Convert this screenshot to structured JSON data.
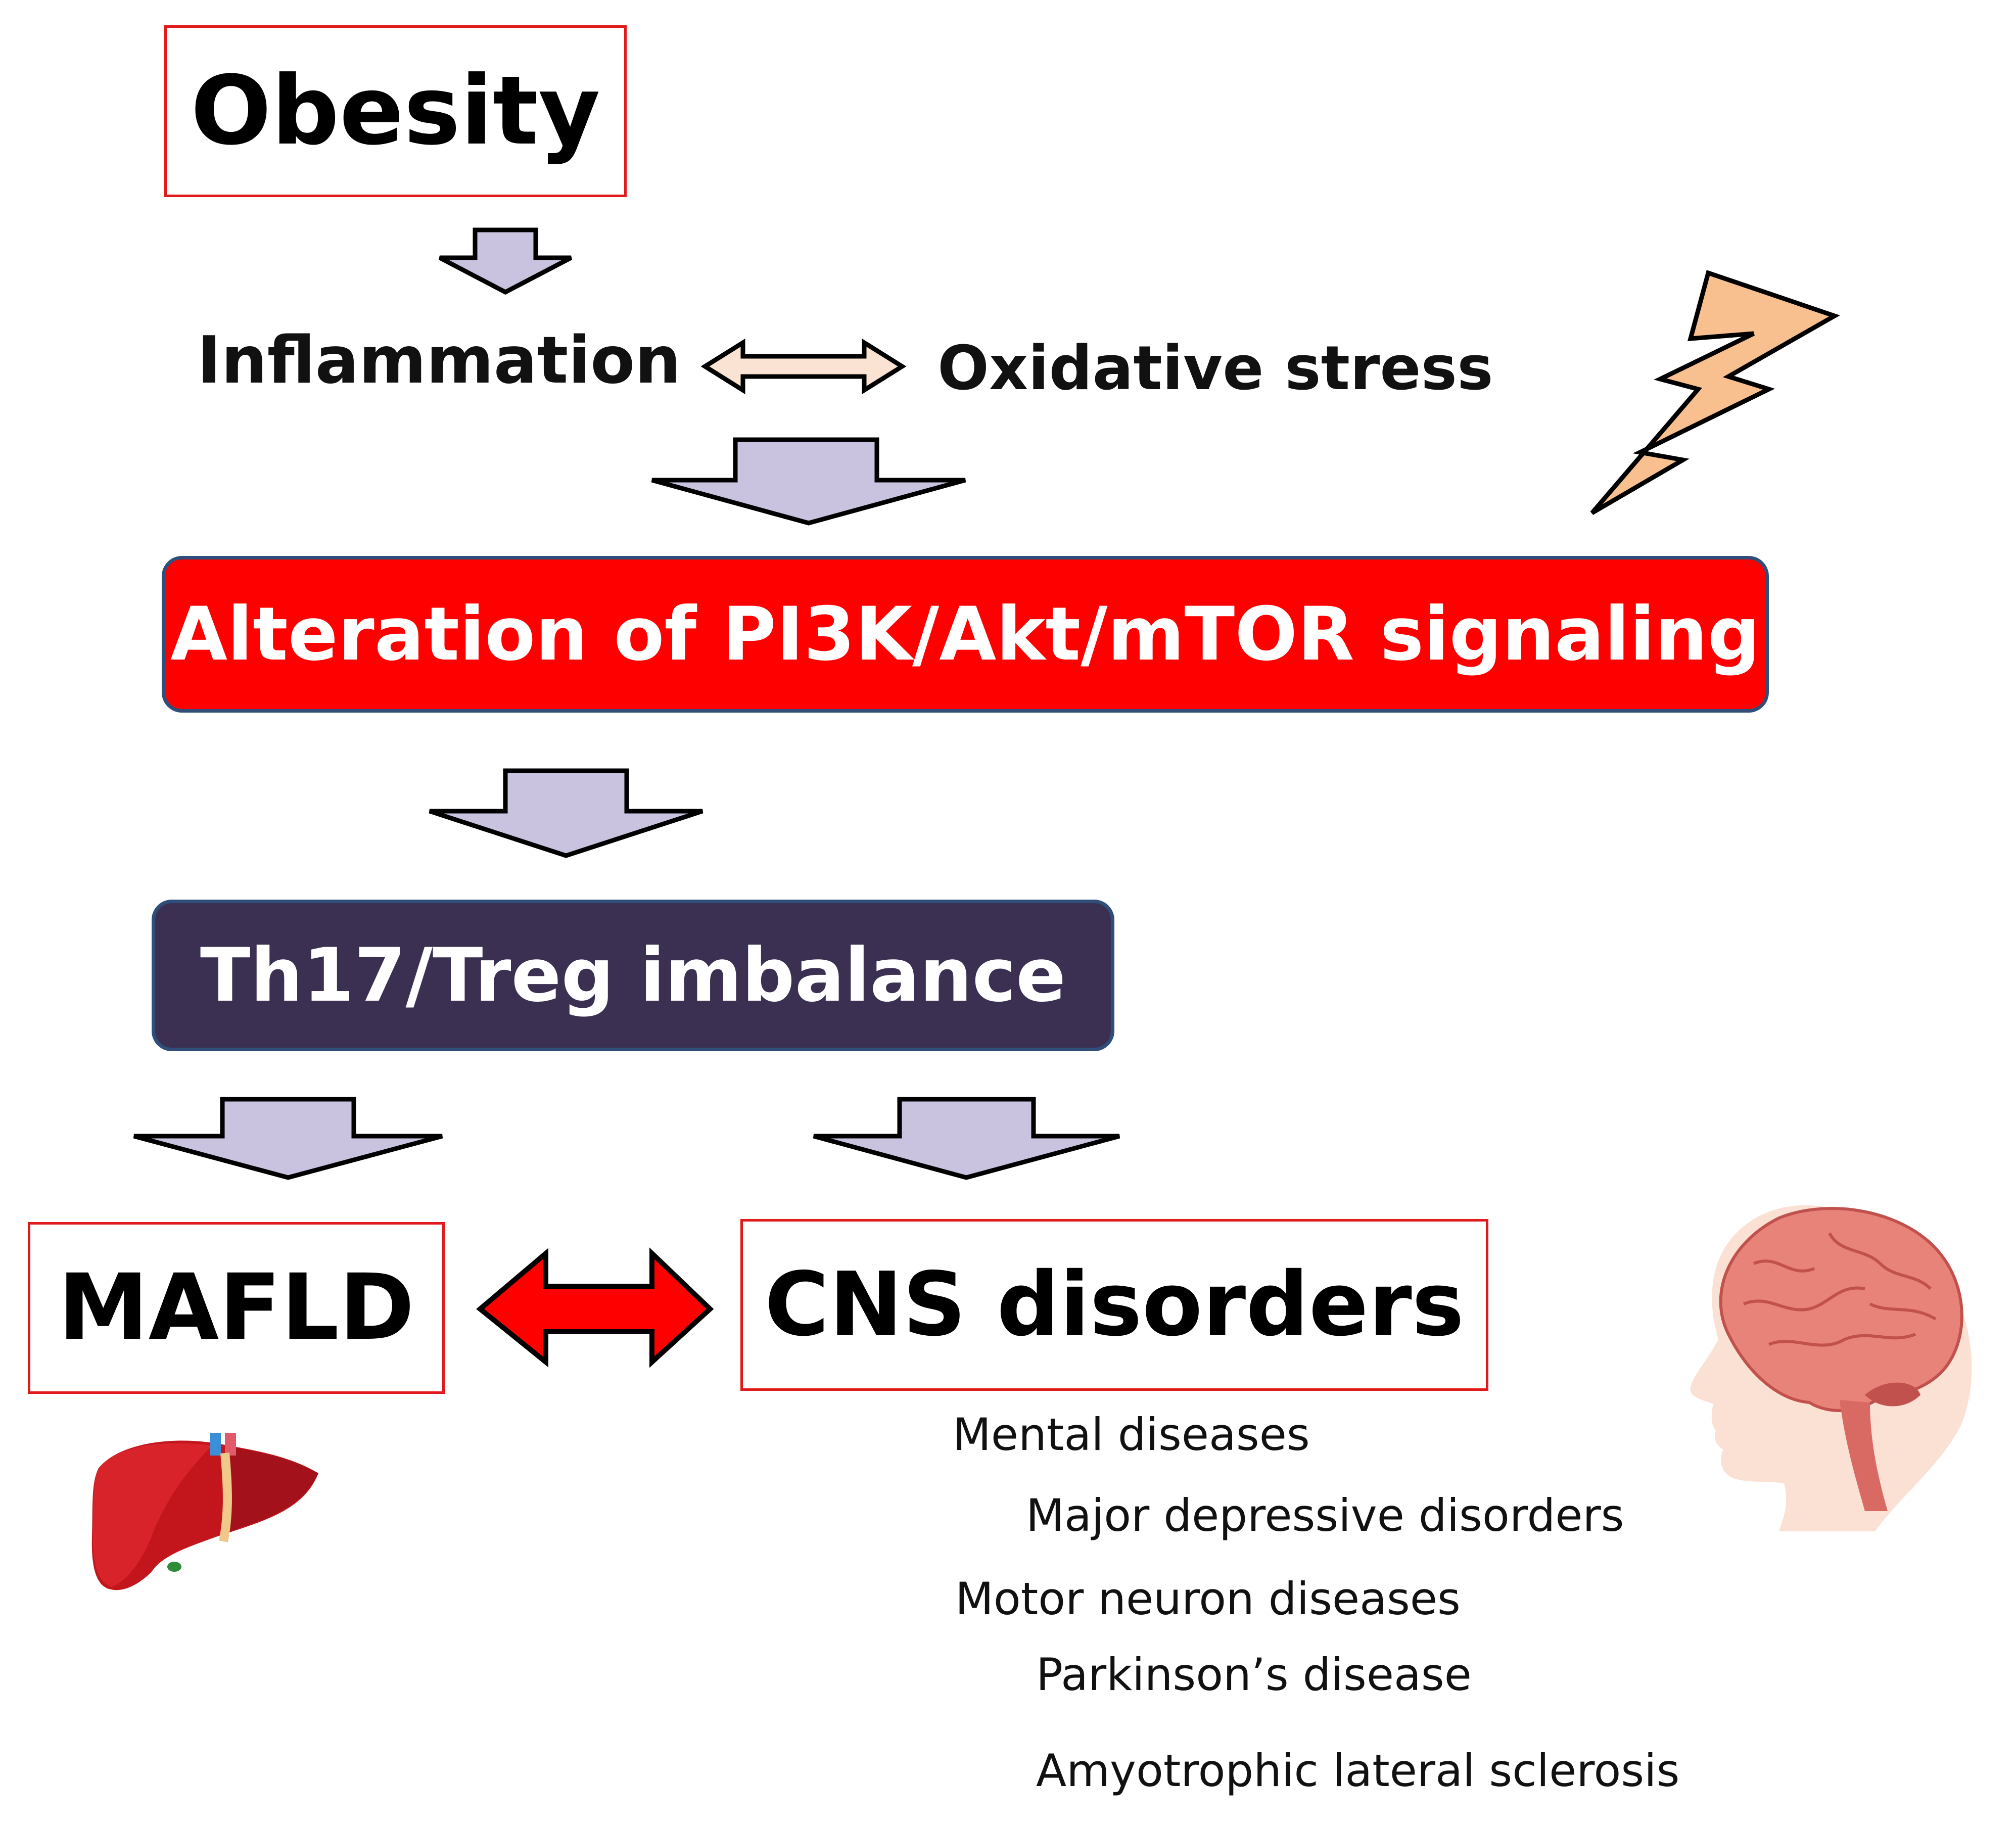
{
  "nodes": {
    "obesity": "Obesity",
    "inflammation": "Inflammation",
    "oxidative_stress": "Oxidative stress",
    "pi3k": "Alteration of PI3K/Akt/mTOR signaling",
    "th17": "Th17/Treg imbalance",
    "mafld": "MAFLD",
    "cns": "CNS disorders"
  },
  "diseases": [
    "Mental diseases",
    "Major depressive disorders",
    "Motor neuron diseases",
    "Parkinson’s disease",
    "Amyotrophic lateral sclerosis"
  ],
  "colors": {
    "box_border": "#e01a1a",
    "pi3k_fill": "#ff0000",
    "th17_fill": "#3b3052",
    "down_arrow_fill": "#c9c3e0",
    "small_bidir_arrow_fill": "#fbe3d3",
    "big_bidir_arrow_fill": "#ff0000",
    "lightning_fill": "#f9c08f"
  },
  "icons": [
    "down-arrow-icon",
    "double-arrow-icon",
    "lightning-icon",
    "liver-icon",
    "brain-head-icon"
  ]
}
